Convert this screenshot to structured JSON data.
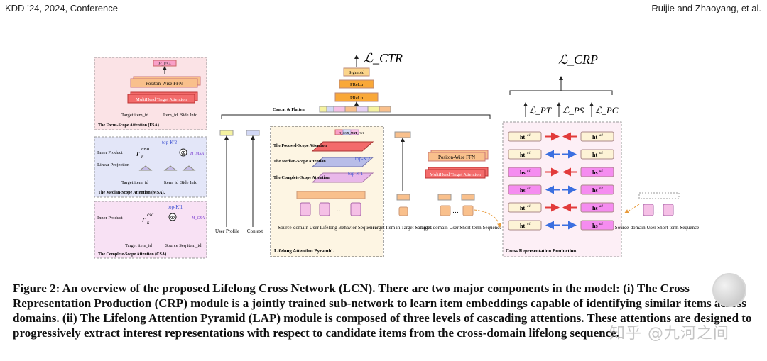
{
  "header": {
    "left": "KDD ’24, 2024, Conference",
    "right": "Ruijie and Zhaoyang, et al."
  },
  "colors": {
    "fsa_bg": "#fbe3e6",
    "msa_bg": "#e3e6f8",
    "csa_bg": "#f8e1f4",
    "lap_bg": "#fdf5e3",
    "crp_bg": "#fdeff6",
    "ffn": "#f9c08c",
    "attn": "#f36b6b",
    "prelu": "#f9a838",
    "sigmoid": "#fbd48a",
    "red_arrow": "#e23b3b",
    "blue_arrow": "#3b6fe0",
    "ht_box": "#fdf3d6",
    "hs_box": "#f58cf0"
  },
  "figure": {
    "loss_ctr": "ℒ_CTR",
    "loss_crp": "ℒ_CRP",
    "sigmoid": "Sigmoid",
    "prelu1": "PReLu",
    "prelu2": "PReLu",
    "concat": "Concat & Flatten",
    "fsa": {
      "out": "H_FSA",
      "ffn": "Positon-Wise FFN",
      "attn": "MultiHead Target Attention",
      "target": "Target item_id",
      "item": "Item_id",
      "side": "Side Info",
      "title": "The Focus-Scope Attention (FSA)."
    },
    "msa": {
      "inner": "Inner Product",
      "linear": "Linear Projection",
      "r": "r",
      "r_sup": "msa",
      "r_sub": "k",
      "topk": "top-K'2",
      "out": "H_MSA",
      "target": "Target item_id",
      "item": "Item_id",
      "side": "Side Info",
      "title": "The Median-Scope Attention (MSA)."
    },
    "csa": {
      "inner": "Inner Product",
      "r": "r",
      "r_sup": "csa",
      "r_sub": "k",
      "topk": "top-K'1",
      "out": "H_CSA",
      "target": "Target item_id",
      "source": "Source Seq item_id",
      "title": "The Complete-Scope Attention (CSA)."
    },
    "lap": {
      "focused": "The Focused-Scope Attention",
      "median": "The Median-Scope Attention",
      "complete": "The Complete-Scope Attention",
      "topk2": "top-K'2",
      "topk1": "top-K'1",
      "h_csa": "H_CSA",
      "h_msa": "H_MSA",
      "h_fsa": "H_FSA",
      "src_label": "Source-domain User Lifelong Behavior Sequence",
      "title": "Lifelong Attention Pyramid."
    },
    "inputs": {
      "profile": "User Profile",
      "context": "Context",
      "target": "Target Item in Target Samples",
      "short": "Target-domain User Short-term Sequence"
    },
    "mid": {
      "ffn": "Positon-Wise FFN",
      "attn": "MultiHead Target Attention"
    },
    "crp": {
      "l_pt": "ℒ_PT",
      "l_ps": "ℒ_PS",
      "l_pc": "ℒ_PC",
      "title": "Cross Representation Production.",
      "source_short": "Source-domain User Short-term Sequence",
      "rows": [
        {
          "left": "ht",
          "l_sup": "a1",
          "right": "ht",
          "r_sup": "a2",
          "arrow": "pull"
        },
        {
          "left": "ht",
          "l_sup": "a1",
          "right": "ht",
          "r_sup": "n2",
          "arrow": "push"
        },
        {
          "left": "hs",
          "l_sup": "a1",
          "right": "hs",
          "r_sup": "a2",
          "arrow": "pull"
        },
        {
          "left": "hs",
          "l_sup": "a1",
          "right": "hs",
          "r_sup": "n2",
          "arrow": "push"
        },
        {
          "left": "ht",
          "l_sup": "a1",
          "right": "hs",
          "r_sup": "a2",
          "arrow": "pull"
        },
        {
          "left": "ht",
          "l_sup": "n1",
          "right": "hs",
          "r_sup": "n2",
          "arrow": "push"
        }
      ]
    }
  },
  "caption": "Figure 2: An overview of the proposed Lifelong Cross Network (LCN). There are two major components in the model: (i) The Cross Representation Production (CRP) module is a jointly trained sub-network to learn item embeddings capable of identifying similar items across domains. (ii) The Lifelong Attention Pyramid (LAP) module is composed of three levels of cascading attentions. These attentions are designed to progressively extract interest representations with respect to candidate items from the cross-domain lifelong sequence.",
  "watermark": "知乎 @九河之间"
}
